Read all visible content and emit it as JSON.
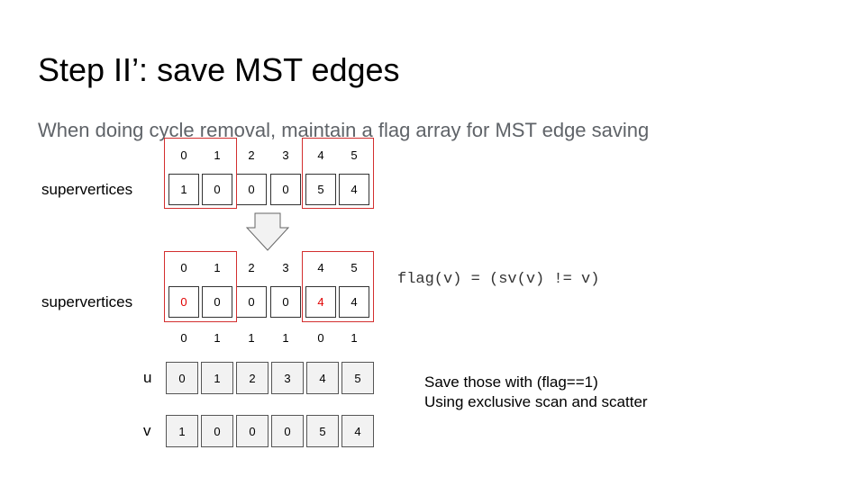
{
  "title": "Step II’: save MST edges",
  "subtitle": "When doing cycle removal, maintain a flag array for MST edge saving",
  "top_array": {
    "label": "supervertices",
    "indices": [
      "0",
      "1",
      "2",
      "3",
      "4",
      "5"
    ],
    "values": [
      "1",
      "0",
      "0",
      "0",
      "5",
      "4"
    ]
  },
  "bottom_array": {
    "label": "supervertices",
    "indices": [
      "0",
      "1",
      "2",
      "3",
      "4",
      "5"
    ],
    "values": [
      "0",
      "0",
      "0",
      "0",
      "4",
      "4"
    ],
    "highlighted_value_positions": [
      0,
      4
    ],
    "highlight_color": "#e00000"
  },
  "flags": [
    "0",
    "1",
    "1",
    "1",
    "0",
    "1"
  ],
  "u_array": {
    "label": "u",
    "values": [
      "0",
      "1",
      "2",
      "3",
      "4",
      "5"
    ]
  },
  "v_array": {
    "label": "v",
    "values": [
      "1",
      "0",
      "0",
      "0",
      "5",
      "4"
    ]
  },
  "formula": "flag(v) = (sv(v) != v)",
  "notes": [
    "Save those with (flag==1)",
    "Using exclusive scan and scatter"
  ],
  "colors": {
    "box_outline": "#d32f2f",
    "subtitle": "#5f6368"
  }
}
